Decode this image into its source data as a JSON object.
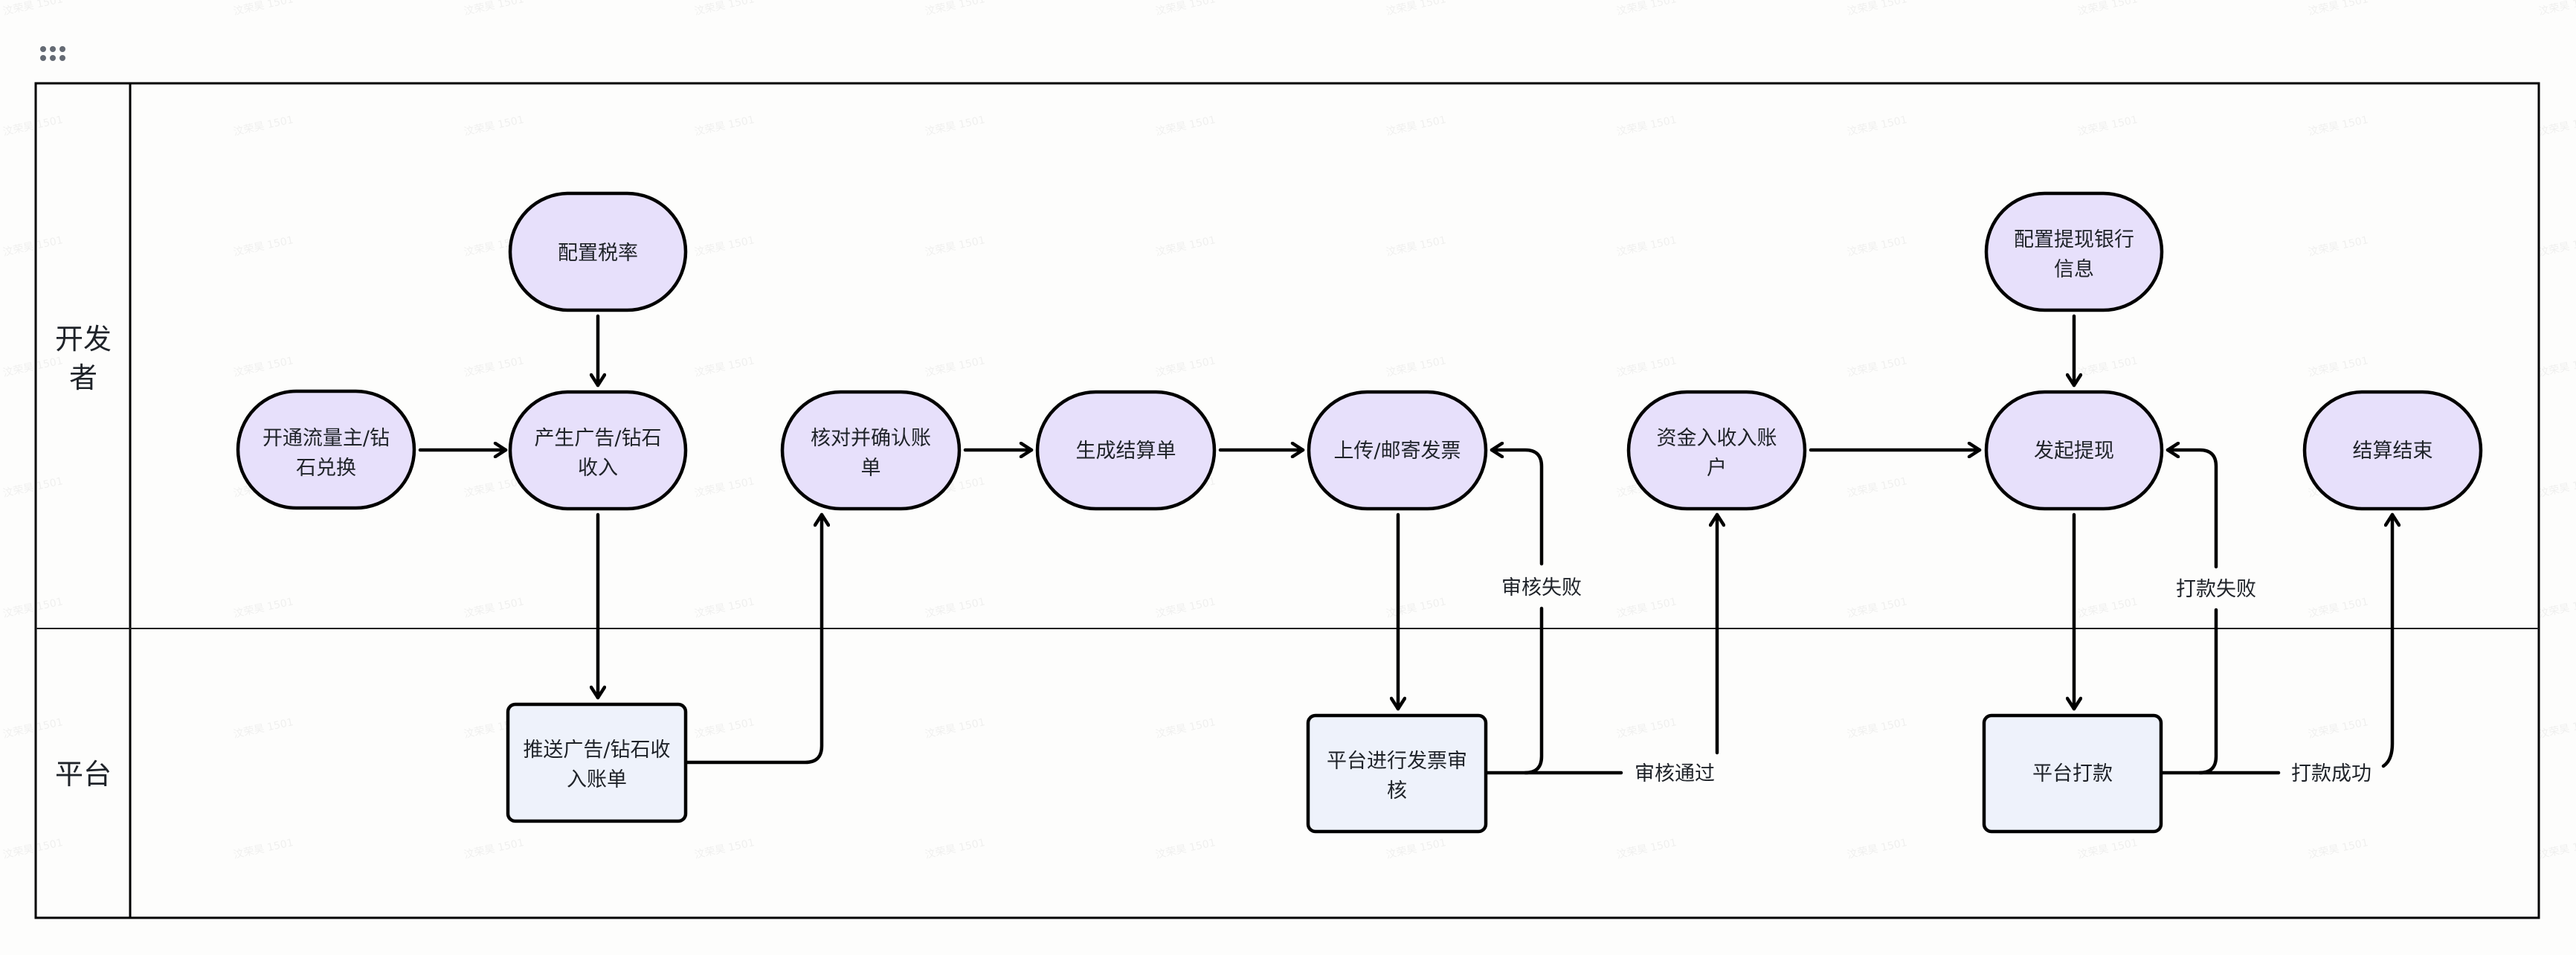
{
  "toolbar": {
    "drag_handle_icon": "drag-handle-grid-icon"
  },
  "colors": {
    "background": "#fdfdfc",
    "stroke": "#000000",
    "text": "#1f2329",
    "developer_node_fill": "#e7e0fb",
    "platform_node_fill": "#eef2fb",
    "handle_dots": "#646a73"
  },
  "swimlane": {
    "lanes": [
      {
        "id": "developer",
        "title_lines": [
          "开发",
          "者"
        ]
      },
      {
        "id": "platform",
        "title_lines": [
          "平台"
        ]
      }
    ]
  },
  "watermark": "汶荣昊 1501",
  "nodes": [
    {
      "id": "n_open",
      "lane": "developer",
      "shape": "terminal",
      "lines": [
        "开通流量主/钻",
        "石兑换"
      ]
    },
    {
      "id": "n_tax",
      "lane": "developer",
      "shape": "terminal",
      "lines": [
        "配置税率"
      ]
    },
    {
      "id": "n_income",
      "lane": "developer",
      "shape": "terminal",
      "lines": [
        "产生广告/钻石",
        "收入"
      ]
    },
    {
      "id": "n_push",
      "lane": "platform",
      "shape": "process",
      "lines": [
        "推送广告/钻石收",
        "入账单"
      ]
    },
    {
      "id": "n_confirm",
      "lane": "developer",
      "shape": "terminal",
      "lines": [
        "核对并确认账",
        "单"
      ]
    },
    {
      "id": "n_settle",
      "lane": "developer",
      "shape": "terminal",
      "lines": [
        "生成结算单"
      ]
    },
    {
      "id": "n_invoice",
      "lane": "developer",
      "shape": "terminal",
      "lines": [
        "上传/邮寄发票"
      ]
    },
    {
      "id": "n_audit",
      "lane": "platform",
      "shape": "process",
      "lines": [
        "平台进行发票审",
        "核"
      ]
    },
    {
      "id": "n_fund",
      "lane": "developer",
      "shape": "terminal",
      "lines": [
        "资金入收入账",
        "户"
      ]
    },
    {
      "id": "n_bank",
      "lane": "developer",
      "shape": "terminal",
      "lines": [
        "配置提现银行",
        "信息"
      ]
    },
    {
      "id": "n_withdraw",
      "lane": "developer",
      "shape": "terminal",
      "lines": [
        "发起提现"
      ]
    },
    {
      "id": "n_pay",
      "lane": "platform",
      "shape": "process",
      "lines": [
        "平台打款"
      ]
    },
    {
      "id": "n_end",
      "lane": "developer",
      "shape": "terminal",
      "lines": [
        "结算结束"
      ]
    }
  ],
  "edges": [
    {
      "from": "n_open",
      "to": "n_income",
      "label": ""
    },
    {
      "from": "n_tax",
      "to": "n_income",
      "label": ""
    },
    {
      "from": "n_income",
      "to": "n_push",
      "label": ""
    },
    {
      "from": "n_push",
      "to": "n_confirm",
      "label": ""
    },
    {
      "from": "n_confirm",
      "to": "n_settle",
      "label": ""
    },
    {
      "from": "n_settle",
      "to": "n_invoice",
      "label": ""
    },
    {
      "from": "n_invoice",
      "to": "n_audit",
      "label": ""
    },
    {
      "from": "n_audit",
      "to": "n_invoice",
      "label": "审核失败"
    },
    {
      "from": "n_audit",
      "to": "n_fund",
      "label": "审核通过"
    },
    {
      "from": "n_fund",
      "to": "n_withdraw",
      "label": ""
    },
    {
      "from": "n_bank",
      "to": "n_withdraw",
      "label": ""
    },
    {
      "from": "n_withdraw",
      "to": "n_pay",
      "label": ""
    },
    {
      "from": "n_pay",
      "to": "n_withdraw",
      "label": "打款失败"
    },
    {
      "from": "n_pay",
      "to": "n_end",
      "label": "打款成功"
    }
  ]
}
